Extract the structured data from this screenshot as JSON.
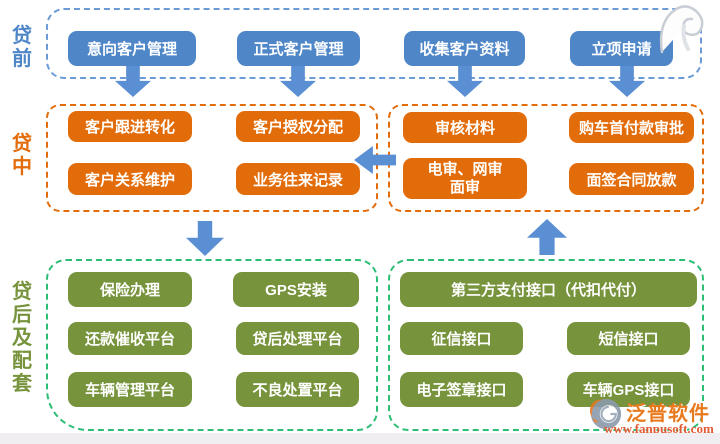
{
  "colors": {
    "node_blue": "#4e86c8",
    "node_orange": "#e36c0a",
    "node_green": "#77933c",
    "dash_blue": "#6b9bd7",
    "dash_orange": "#e36c0a",
    "dash_green": "#2dbe76",
    "arrow_blue": "#5b8fd4",
    "footer_bar": "#f0eef0",
    "watermark_orange": "#e87a1e"
  },
  "sections": {
    "pre_loan": {
      "label": "贷前",
      "buttons": [
        "意向客户管理",
        "正式客户管理",
        "收集客户资料",
        "立项申请"
      ]
    },
    "mid_loan": {
      "label": "贷中",
      "left_buttons": [
        "客户跟进转化",
        "客户授权分配",
        "客户关系维护",
        "业务往来记录"
      ],
      "right_buttons": [
        "审核材料",
        "购车首付款审批",
        "电审、网审",
        "面审",
        "面签合同放款"
      ]
    },
    "post_loan": {
      "label": "贷后及配套",
      "left_buttons": [
        "保险办理",
        "GPS安装",
        "还款催收平台",
        "贷后处理平台",
        "车辆管理平台",
        "不良处置平台"
      ],
      "right_wide_button": "第三方支付接口（代扣代付）",
      "right_buttons": [
        "征信接口",
        "短信接口",
        "电子签章接口",
        "车辆GPS接口"
      ]
    }
  },
  "watermark": {
    "brand": "泛普软件",
    "url": "www.fanpusoft.com"
  }
}
